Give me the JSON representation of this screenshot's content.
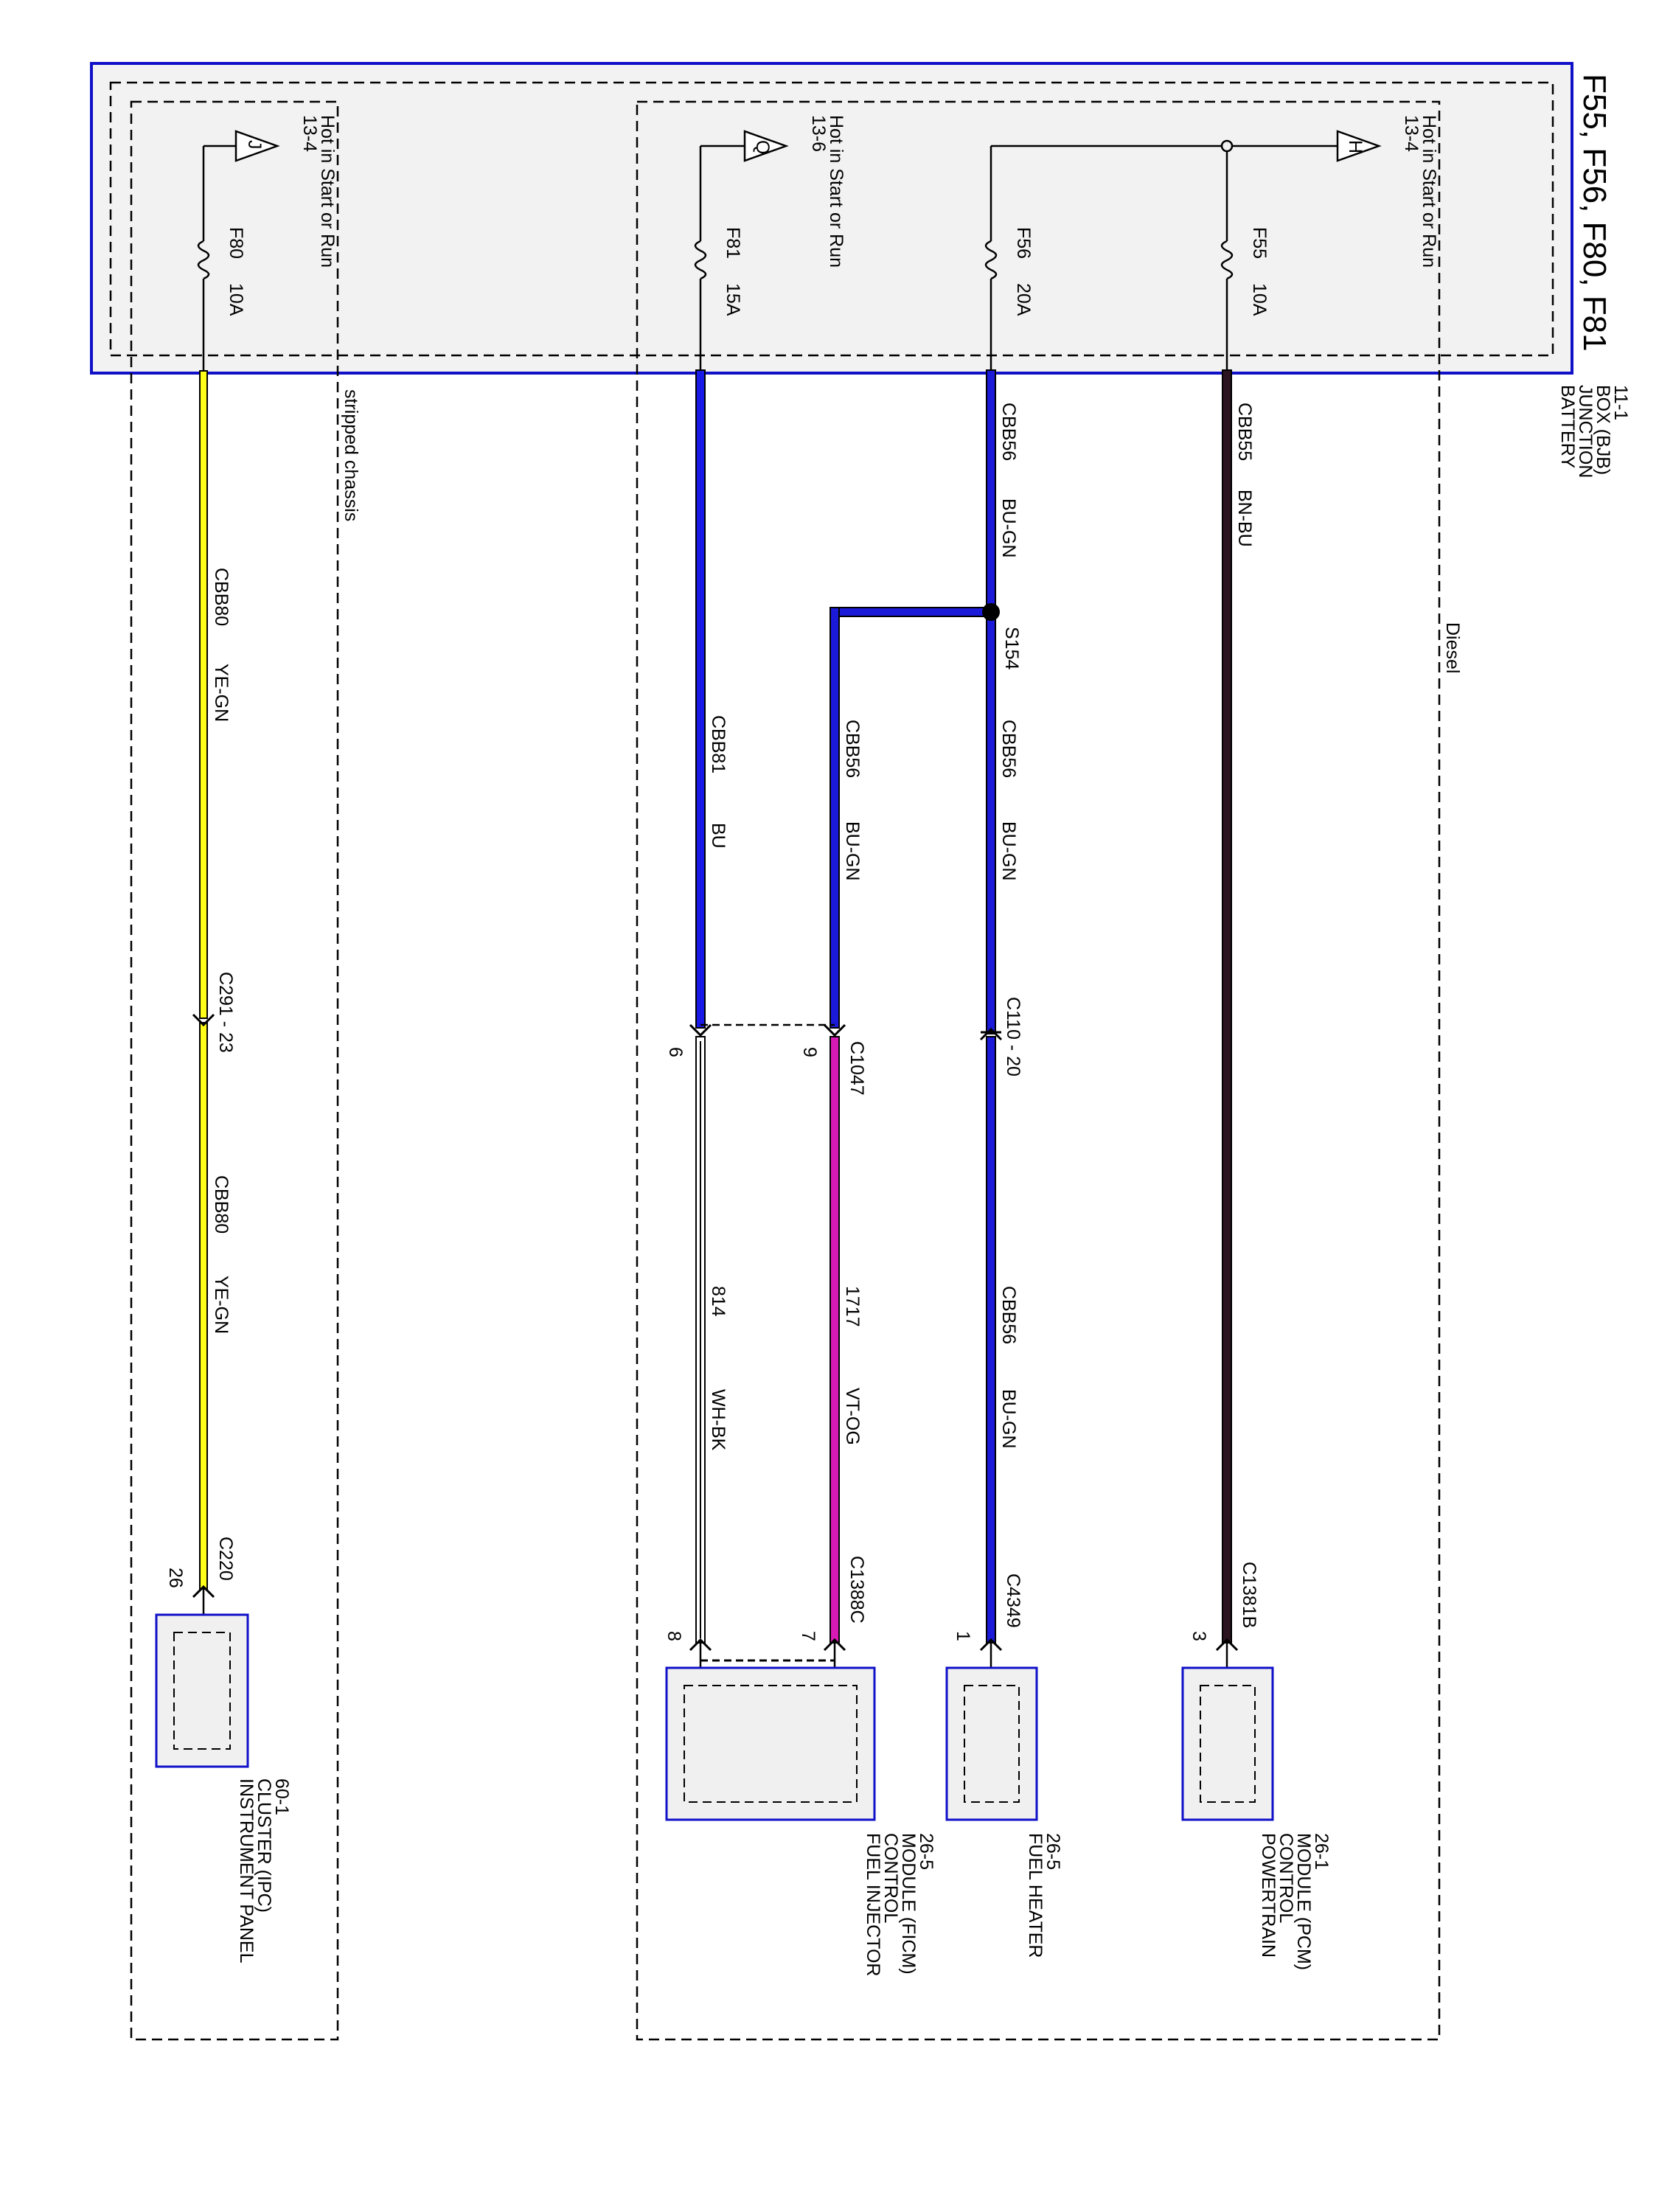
{
  "title": "F55, F56, F80, F81",
  "bjb": {
    "name_lines": [
      "BATTERY",
      "JUNCTION",
      "BOX (BJB)",
      "11-1"
    ]
  },
  "regions": {
    "diesel": "Diesel",
    "stripped": "stripped chassis"
  },
  "sources": {
    "h": {
      "letter": "H",
      "text": "Hot in Start or Run",
      "ref": "13-4"
    },
    "q": {
      "letter": "Q",
      "text": "Hot in Start or Run",
      "ref": "13-6"
    },
    "j": {
      "letter": "J",
      "text": "Hot in Start or Run",
      "ref": "13-4"
    }
  },
  "fuses": {
    "f55": {
      "id": "F55",
      "rating": "10A"
    },
    "f56": {
      "id": "F56",
      "rating": "20A"
    },
    "f81": {
      "id": "F81",
      "rating": "15A"
    },
    "f80": {
      "id": "F80",
      "rating": "10A"
    }
  },
  "wires": {
    "cbb55": {
      "circuit": "CBB55",
      "color": "BN-BU"
    },
    "cbb56_a": {
      "circuit": "CBB56",
      "color": "BU-GN"
    },
    "cbb56_b": {
      "circuit": "CBB56",
      "color": "BU-GN"
    },
    "cbb56_c": {
      "circuit": "CBB56",
      "color": "BU-GN"
    },
    "cbb56_d": {
      "circuit": "CBB56",
      "color": "BU-GN"
    },
    "cbb81": {
      "circuit": "CBB81",
      "color": "BU"
    },
    "w1717": {
      "circuit": "1717",
      "color": "VT-OG"
    },
    "w814": {
      "circuit": "814",
      "color": "WH-BK"
    },
    "cbb80_a": {
      "circuit": "CBB80",
      "color": "YE-GN"
    },
    "cbb80_b": {
      "circuit": "CBB80",
      "color": "YE-GN"
    }
  },
  "splice": "S154",
  "connectors": {
    "c110": "C110 - 20",
    "c1047": "C1047",
    "c1047_pin_a": "9",
    "c1047_pin_b": "6",
    "c291": "C291 - 23",
    "c1381b": "C1381B",
    "c1381b_pin": "3",
    "c4349": "C4349",
    "c4349_pin": "1",
    "c1388c": "C1388C",
    "c1388c_pin_a": "7",
    "c1388c_pin_b": "8",
    "c220": "C220",
    "c220_pin": "26"
  },
  "modules": {
    "pcm": {
      "name_lines": [
        "POWERTRAIN",
        "CONTROL",
        "MODULE (PCM)",
        "26-1"
      ]
    },
    "heater": {
      "name_lines": [
        "FUEL HEATER",
        "26-5"
      ]
    },
    "ficm": {
      "name_lines": [
        "FUEL INJECTOR",
        "CONTROL",
        "MODULE (FICM)",
        "26-5"
      ]
    },
    "ipc": {
      "name_lines": [
        "INSTRUMENT PANEL",
        "CLUSTER (IPC)",
        "60-1"
      ]
    }
  },
  "colors": {
    "bn_bu": "#2b1420",
    "bu": "#1a1ae6",
    "bu_gn": "#1a1ad8",
    "vt_og": "#d81ab4",
    "ye_gn": "#ffff1a",
    "module_border": "#1010c8",
    "module_fill": "#f0f0f0"
  }
}
